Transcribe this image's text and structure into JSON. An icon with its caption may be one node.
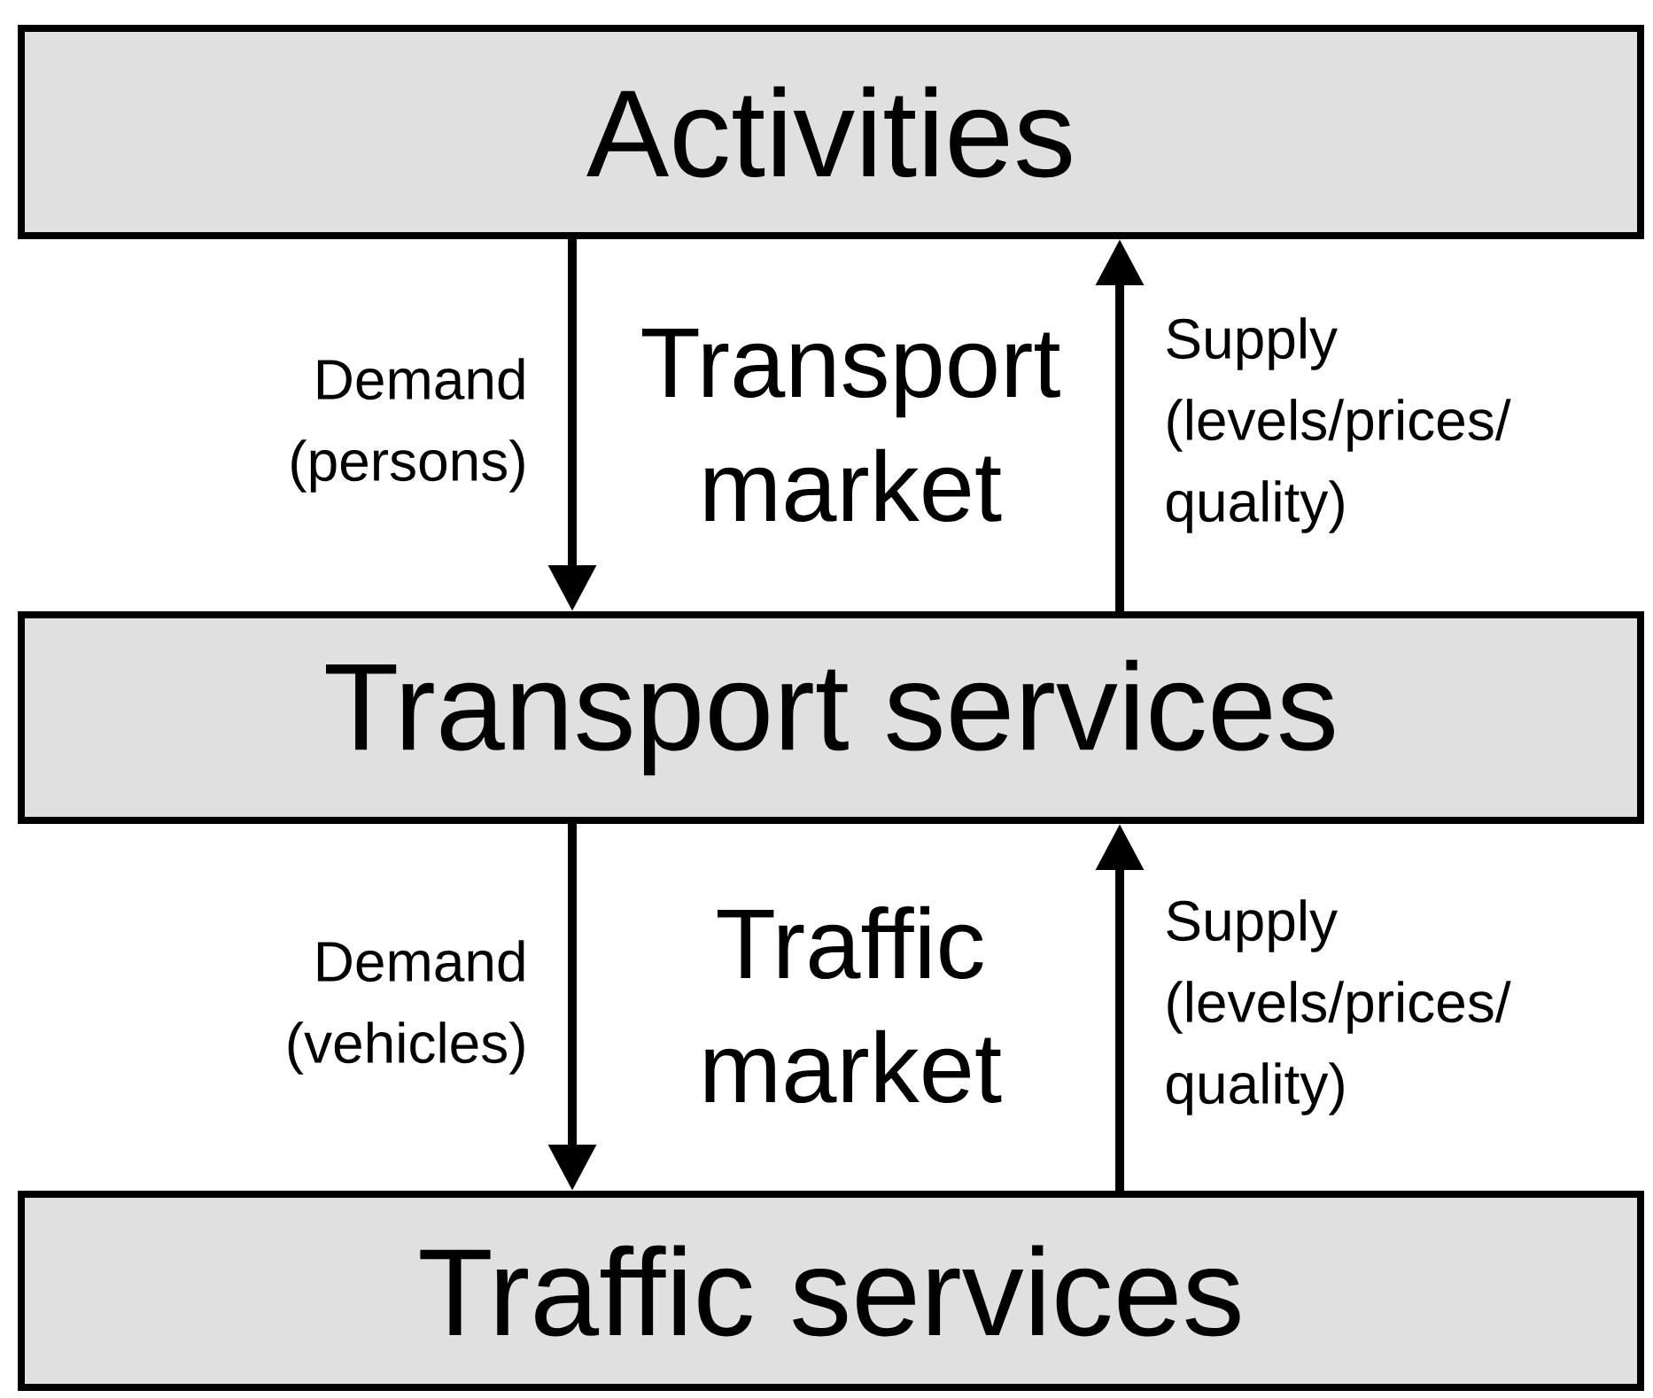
{
  "diagram": {
    "nodes": [
      {
        "text": [
          "Activities"
        ]
      },
      {
        "text": [
          "Transport services"
        ]
      },
      {
        "text": [
          "Traffic services"
        ]
      }
    ],
    "edges": [
      {
        "from": 0,
        "to": 1,
        "arrow": "to",
        "label": "Demand (persons)"
      },
      {
        "from": 1,
        "to": 0,
        "arrow": "to",
        "label": "Supply (levels/prices/ quality)"
      },
      {
        "from": 1,
        "to": 2,
        "arrow": "to",
        "label": "Demand (vehicles)"
      },
      {
        "from": 2,
        "to": 1,
        "arrow": "to",
        "label": "Supply (levels/prices/ quality)"
      }
    ],
    "labels": [
      "Transport market",
      "Traffic market"
    ]
  }
}
